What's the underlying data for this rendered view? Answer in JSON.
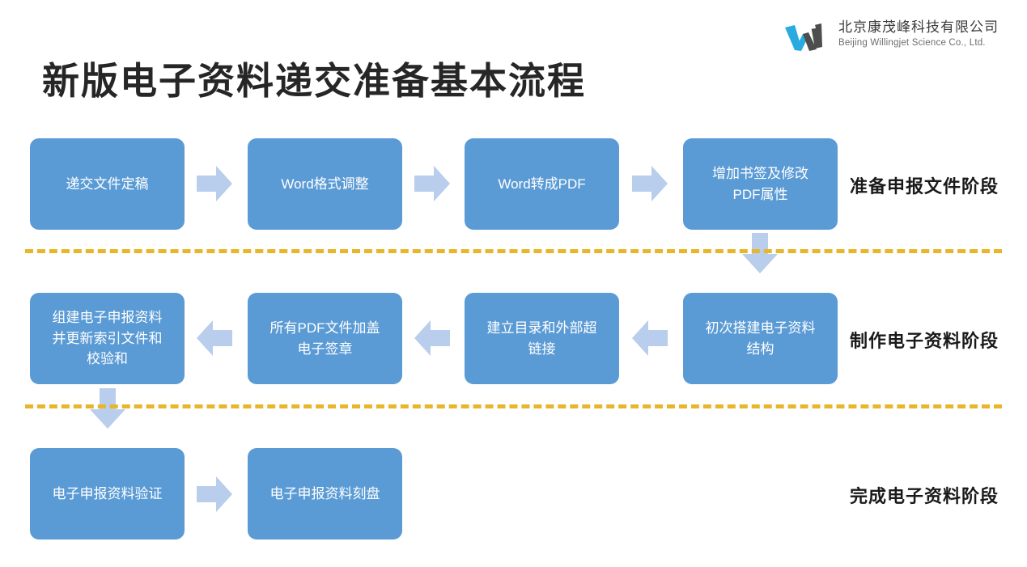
{
  "brand": {
    "logo_icon": "willingjet-w-logo",
    "name_cn": "北京康茂峰科技有限公司",
    "name_en": "Beijing Willingjet Science Co., Ltd.",
    "logo_blue": "#29ABE2",
    "logo_gray": "#4D4D4D"
  },
  "title": "新版电子资料递交准备基本流程",
  "colors": {
    "node_fill": "#5B9BD5",
    "arrow_fill": "#B9CDEC",
    "divider": "#E8B62C",
    "node_text": "#FFFFFF",
    "title_text": "#262626"
  },
  "rows": [
    {
      "stage_label": "准备申报文件阶段",
      "direction": "right",
      "nodes": [
        {
          "text": "递交文件定稿"
        },
        {
          "text": "Word格式调整"
        },
        {
          "text": "Word转成PDF"
        },
        {
          "text": "增加书签及修改PDF属性",
          "lines": [
            "增加书签及修改",
            "PDF属性"
          ]
        }
      ]
    },
    {
      "stage_label": "制作电子资料阶段",
      "direction": "left",
      "nodes": [
        {
          "text": "组建电子申报资料并更新索引文件和校验和",
          "lines": [
            "组建电子申报资料",
            "并更新索引文件和",
            "校验和"
          ]
        },
        {
          "text": "所有PDF文件加盖电子签章",
          "lines": [
            "所有PDF文件加盖",
            "电子签章"
          ]
        },
        {
          "text": "建立目录和外部超链接",
          "lines": [
            "建立目录和外部超",
            "链接"
          ]
        },
        {
          "text": "初次搭建电子资料结构",
          "lines": [
            "初次搭建电子资料",
            "结构"
          ]
        }
      ]
    },
    {
      "stage_label": "完成电子资料阶段",
      "direction": "right",
      "nodes": [
        {
          "text": "电子申报资料验证"
        },
        {
          "text": "电子申报资料刻盘"
        }
      ]
    }
  ],
  "connectors": {
    "row1_arrows": [
      "arrow-right-1",
      "arrow-right-2",
      "arrow-right-3"
    ],
    "row2_arrows": [
      "arrow-left-1",
      "arrow-left-2",
      "arrow-left-3"
    ],
    "row3_arrows": [
      "arrow-right-4"
    ],
    "down_arrows": [
      "arrow-down-stage1-to-stage2",
      "arrow-down-stage2-to-stage3"
    ]
  }
}
